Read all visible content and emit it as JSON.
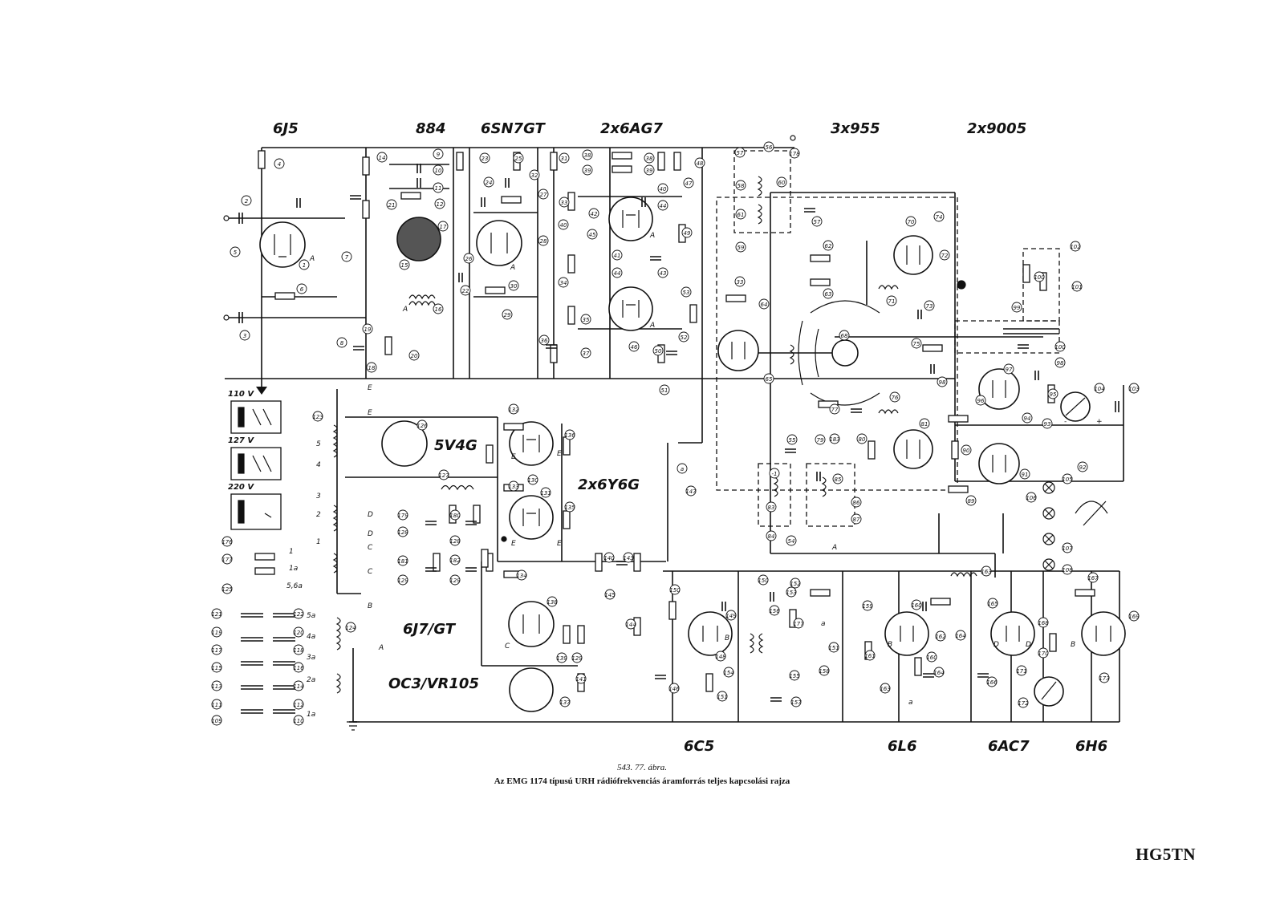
{
  "tube_labels_top": [
    {
      "id": "6j5",
      "text": "6J5"
    },
    {
      "id": "884",
      "text": "884"
    },
    {
      "id": "6sn7gt",
      "text": "6SN7GT"
    },
    {
      "id": "2x6ag7",
      "text": "2x6AG7"
    },
    {
      "id": "3x955",
      "text": "3x955"
    },
    {
      "id": "2x9005",
      "text": "2x9005"
    }
  ],
  "tube_labels_middle": [
    {
      "id": "5v4g",
      "text": "5V4G"
    },
    {
      "id": "2x6y6g",
      "text": "2x6Y6G"
    },
    {
      "id": "6j7gt",
      "text": "6J7/GT"
    },
    {
      "id": "oc3vr105",
      "text": "OC3/VR105"
    }
  ],
  "tube_labels_bottom": [
    {
      "id": "6c5",
      "text": "6C5"
    },
    {
      "id": "6l6",
      "text": "6L6"
    },
    {
      "id": "6ac7",
      "text": "6AC7"
    },
    {
      "id": "6h6",
      "text": "6H6"
    }
  ],
  "voltage_selector": [
    {
      "id": "110v",
      "text": "110 V"
    },
    {
      "id": "127v",
      "text": "127 V"
    },
    {
      "id": "220v",
      "text": "220 V"
    }
  ],
  "caption": {
    "figure_number": "543. 77. ábra.",
    "title": "Az EMG 1174 típusú URH rádiófrekvenciás áramforrás teljes kapcsolási rajza"
  },
  "signature": "HG5TN"
}
